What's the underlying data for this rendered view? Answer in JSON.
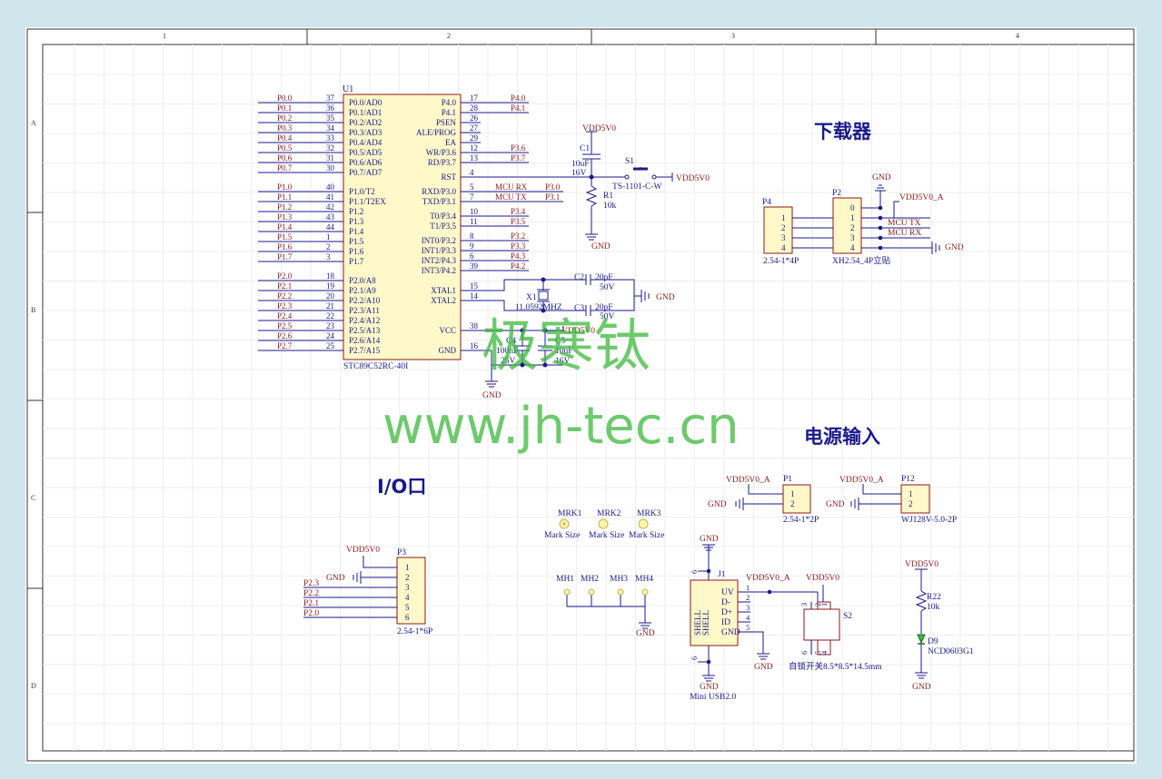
{
  "frame": {
    "col_labels": [
      "1",
      "2",
      "3",
      "4"
    ],
    "row_labels": [
      "A",
      "B",
      "C",
      "D"
    ]
  },
  "u1": {
    "designator": "U1",
    "part": "STC89C52RC-40I",
    "left_pins": [
      {
        "net": "P0.0",
        "num": "37",
        "name": "P0.0/AD0"
      },
      {
        "net": "P0.1",
        "num": "36",
        "name": "P0.1/AD1"
      },
      {
        "net": "P0.2",
        "num": "35",
        "name": "P0.2/AD2"
      },
      {
        "net": "P0.3",
        "num": "34",
        "name": "P0.3/AD3"
      },
      {
        "net": "P0.4",
        "num": "33",
        "name": "P0.4/AD4"
      },
      {
        "net": "P0.5",
        "num": "32",
        "name": "P0.5/AD5"
      },
      {
        "net": "P0.6",
        "num": "31",
        "name": "P0.6/AD6"
      },
      {
        "net": "P0.7",
        "num": "30",
        "name": "P0.7/AD7"
      },
      {
        "net": "P1.0",
        "num": "40",
        "name": "P1.0/T2"
      },
      {
        "net": "P1.1",
        "num": "41",
        "name": "P1.1/T2EX"
      },
      {
        "net": "P1.2",
        "num": "42",
        "name": "P1.2"
      },
      {
        "net": "P1.3",
        "num": "43",
        "name": "P1.3"
      },
      {
        "net": "P1.4",
        "num": "44",
        "name": "P1.4"
      },
      {
        "net": "P1.5",
        "num": "1",
        "name": "P1.5"
      },
      {
        "net": "P1.6",
        "num": "2",
        "name": "P1.6"
      },
      {
        "net": "P1.7",
        "num": "3",
        "name": "P1.7"
      },
      {
        "net": "P2.0",
        "num": "18",
        "name": "P2.0/A8"
      },
      {
        "net": "P2.1",
        "num": "19",
        "name": "P2.1/A9"
      },
      {
        "net": "P2.2",
        "num": "20",
        "name": "P2.2/A10"
      },
      {
        "net": "P2.3",
        "num": "21",
        "name": "P2.3/A11"
      },
      {
        "net": "P2.4",
        "num": "22",
        "name": "P2.4/A12"
      },
      {
        "net": "P2.5",
        "num": "23",
        "name": "P2.5/A13"
      },
      {
        "net": "P2.6",
        "num": "24",
        "name": "P2.6/A14"
      },
      {
        "net": "P2.7",
        "num": "25",
        "name": "P2.7/A15"
      }
    ],
    "right_pins": [
      {
        "name": "P4.0",
        "num": "17",
        "net": "P4.0",
        "net2": ""
      },
      {
        "name": "P4.1",
        "num": "28",
        "net": "P4.1",
        "net2": ""
      },
      {
        "name": "PSEN",
        "num": "26",
        "net": "",
        "net2": ""
      },
      {
        "name": "ALE/PROG",
        "num": "27",
        "net": "",
        "net2": ""
      },
      {
        "name": "EA",
        "num": "29",
        "net": "",
        "net2": ""
      },
      {
        "name": "WR/P3.6",
        "num": "12",
        "net": "P3.6",
        "net2": ""
      },
      {
        "name": "RD/P3.7",
        "num": "13",
        "net": "P3.7",
        "net2": ""
      },
      {
        "name": "RST",
        "num": "4",
        "net": "",
        "net2": ""
      },
      {
        "name": "RXD/P3.0",
        "num": "5",
        "net": "MCU RX",
        "net2": "P3.0"
      },
      {
        "name": "TXD/P3.1",
        "num": "7",
        "net": "MCU TX",
        "net2": "P3.1"
      },
      {
        "name": "T0/P3.4",
        "num": "10",
        "net": "P3.4",
        "net2": ""
      },
      {
        "name": "T1/P3.5",
        "num": "11",
        "net": "P3.5",
        "net2": ""
      },
      {
        "name": "INT0/P3.2",
        "num": "8",
        "net": "P3.2",
        "net2": ""
      },
      {
        "name": "INT1/P3.3",
        "num": "9",
        "net": "P3.3",
        "net2": ""
      },
      {
        "name": "INT2/P4.3",
        "num": "6",
        "net": "P4.3",
        "net2": ""
      },
      {
        "name": "INT3/P4.2",
        "num": "39",
        "net": "P4.2",
        "net2": ""
      },
      {
        "name": "XTAL1",
        "num": "15",
        "net": "",
        "net2": ""
      },
      {
        "name": "XTAL2",
        "num": "14",
        "net": "",
        "net2": ""
      },
      {
        "name": "VCC",
        "num": "38",
        "net": "",
        "net2": ""
      },
      {
        "name": "GND",
        "num": "16",
        "net": "",
        "net2": ""
      }
    ]
  },
  "reset": {
    "c1_ref": "C1",
    "c1_val1": "10uF",
    "c1_val2": "16V",
    "vdd": "VDD5V0",
    "vdd2": "VDD5V0",
    "s1_ref": "S1",
    "s1_part": "TS-1101-C-W",
    "r1_ref": "R1",
    "r1_val": "10k",
    "gnd": "GND"
  },
  "crystal": {
    "x1_ref": "X1",
    "x1_val": "11.0592MHZ",
    "c2_ref": "C2",
    "c2_val1": "20pF",
    "c2_val2": "50V",
    "c3_ref": "C3",
    "c3_val1": "20pF",
    "c3_val2": "50V",
    "gnd": "GND"
  },
  "power_caps": {
    "vdd": "VDD5V0",
    "c4_ref": "C4",
    "c4_val1": "100nF",
    "c4_val2": "25V",
    "c5_ref": "C5",
    "c5_val1": "10uF",
    "c5_val2": "16V",
    "gnd": "GND"
  },
  "downloader": {
    "title": "下载器",
    "p4_ref": "P4",
    "p4_part": "2.54-1*4P",
    "p4_pins": [
      "1",
      "2",
      "3",
      "4"
    ],
    "p2_ref": "P2",
    "p2_part": "XH2.54_4P立贴",
    "p2_pins": [
      "0",
      "1",
      "2",
      "3",
      "4"
    ],
    "gnd_top": "GND",
    "vdd": "VDD5V0_A",
    "rx": "MCU TX",
    "tx": "MCU RX",
    "gnd_right": "GND"
  },
  "power_input": {
    "title": "电源输入",
    "p1_ref": "P1",
    "p1_part": "2.54-1*2P",
    "p1_vdd": "VDD5V0_A",
    "p1_gnd": "GND",
    "p12_ref": "P12",
    "p12_part": "WJ128V-5.0-2P",
    "p12_vdd": "VDD5V0_A",
    "p12_gnd": "GND",
    "pins": [
      "1",
      "2"
    ]
  },
  "io": {
    "title": "I/O口",
    "vdd": "VDD5V0",
    "gnd": "GND",
    "p3_ref": "P3",
    "p3_part": "2.54-1*6P",
    "pins": [
      "1",
      "2",
      "3",
      "4",
      "5",
      "6"
    ],
    "nets": [
      "P2.3",
      "P2.2",
      "P2.1",
      "P2.0"
    ]
  },
  "marks": {
    "items": [
      {
        "ref": "MRK1",
        "label": "Mark Size"
      },
      {
        "ref": "MRK2",
        "label": "Mark Size"
      },
      {
        "ref": "MRK3",
        "label": "Mark Size"
      }
    ],
    "holes": [
      "MH1",
      "MH2",
      "MH3",
      "MH4"
    ],
    "gnd": "GND"
  },
  "usb": {
    "j1_ref": "J1",
    "j1_part": "Mini USB2.0",
    "gnd_top": "GND",
    "gnd_bottom": "GND",
    "gnd_right": "GND",
    "vdd": "VDD5V0_A",
    "vdd2": "VDD5V0",
    "pins": [
      "UV",
      "D-",
      "D+",
      "ID",
      "GND"
    ],
    "pin_nums": [
      "1",
      "2",
      "3",
      "4",
      "5"
    ],
    "shell": "SHELL",
    "shell_num": "6",
    "s2_ref": "S2",
    "s2_part": "自锁开关8.5*8.5*14.5mm",
    "s2_nums": [
      "3",
      "2",
      "1",
      "6",
      "5",
      "4"
    ]
  },
  "led": {
    "vdd": "VDD5V0",
    "r22_ref": "R22",
    "r22_val": "10k",
    "d9_ref": "D9",
    "d9_part": "NCD0603G1",
    "gnd": "GND"
  },
  "watermark": {
    "cn": "极寒钛",
    "url": "www.jh-tec.cn"
  },
  "colors": {
    "wire": "#1a1a8c",
    "net": "#8b1a1a",
    "body": "#fff8c8",
    "outline": "#8b1a1a",
    "watermark": "#3cb83c",
    "text": "#1a1a8c"
  }
}
